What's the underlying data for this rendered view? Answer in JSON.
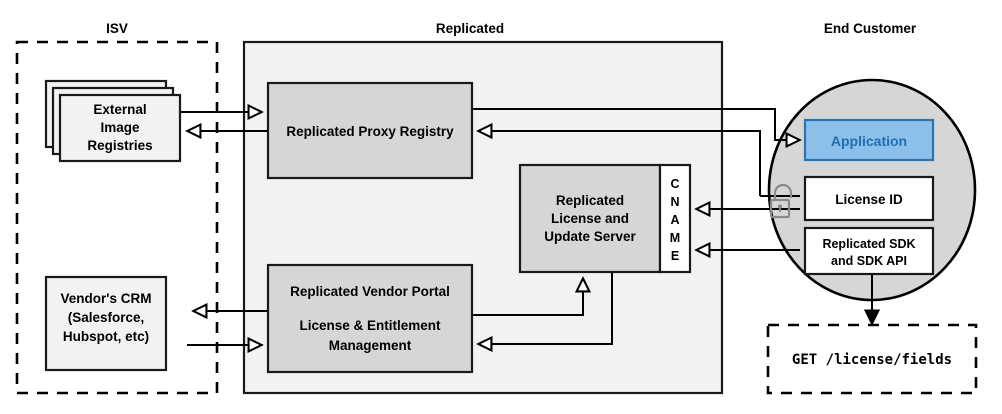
{
  "regions": {
    "isv": {
      "title": "ISV"
    },
    "replicated": {
      "title": "Replicated"
    },
    "end_customer": {
      "title": "End Customer"
    }
  },
  "nodes": {
    "external_registries": {
      "line1": "External",
      "line2": "Image",
      "line3": "Registries"
    },
    "vendor_crm": {
      "line1": "Vendor's CRM",
      "line2": "(Salesforce,",
      "line3": "Hubspot, etc)"
    },
    "proxy_registry": {
      "label": "Replicated Proxy Registry"
    },
    "license_update_server": {
      "line1": "Replicated",
      "line2": "License and",
      "line3": "Update Server"
    },
    "cname": {
      "label": "CNAME",
      "letters": [
        "C",
        "N",
        "A",
        "M",
        "E"
      ]
    },
    "vendor_portal": {
      "line1": "Replicated Vendor Portal",
      "line2": "License & Entitlement",
      "line3": "Management"
    },
    "application": {
      "label": "Application"
    },
    "license_id": {
      "label": "License ID"
    },
    "replicated_sdk": {
      "line1": "Replicated SDK",
      "line2": "and SDK API"
    },
    "api_call": {
      "label": "GET /license/fields"
    }
  },
  "icons": {
    "unlocked_padlock": "unlocked-padlock-icon"
  },
  "colors": {
    "application_fill": "#8cc0e8",
    "application_stroke": "#2a74b4",
    "application_text": "#1f6fb2",
    "region_fill": "#f2f2f2",
    "node_gray_fill": "#d6d6d6",
    "customer_fill": "#d6d6d6",
    "lock_stroke": "#8a8a8a",
    "edge_stroke": "#000000"
  }
}
